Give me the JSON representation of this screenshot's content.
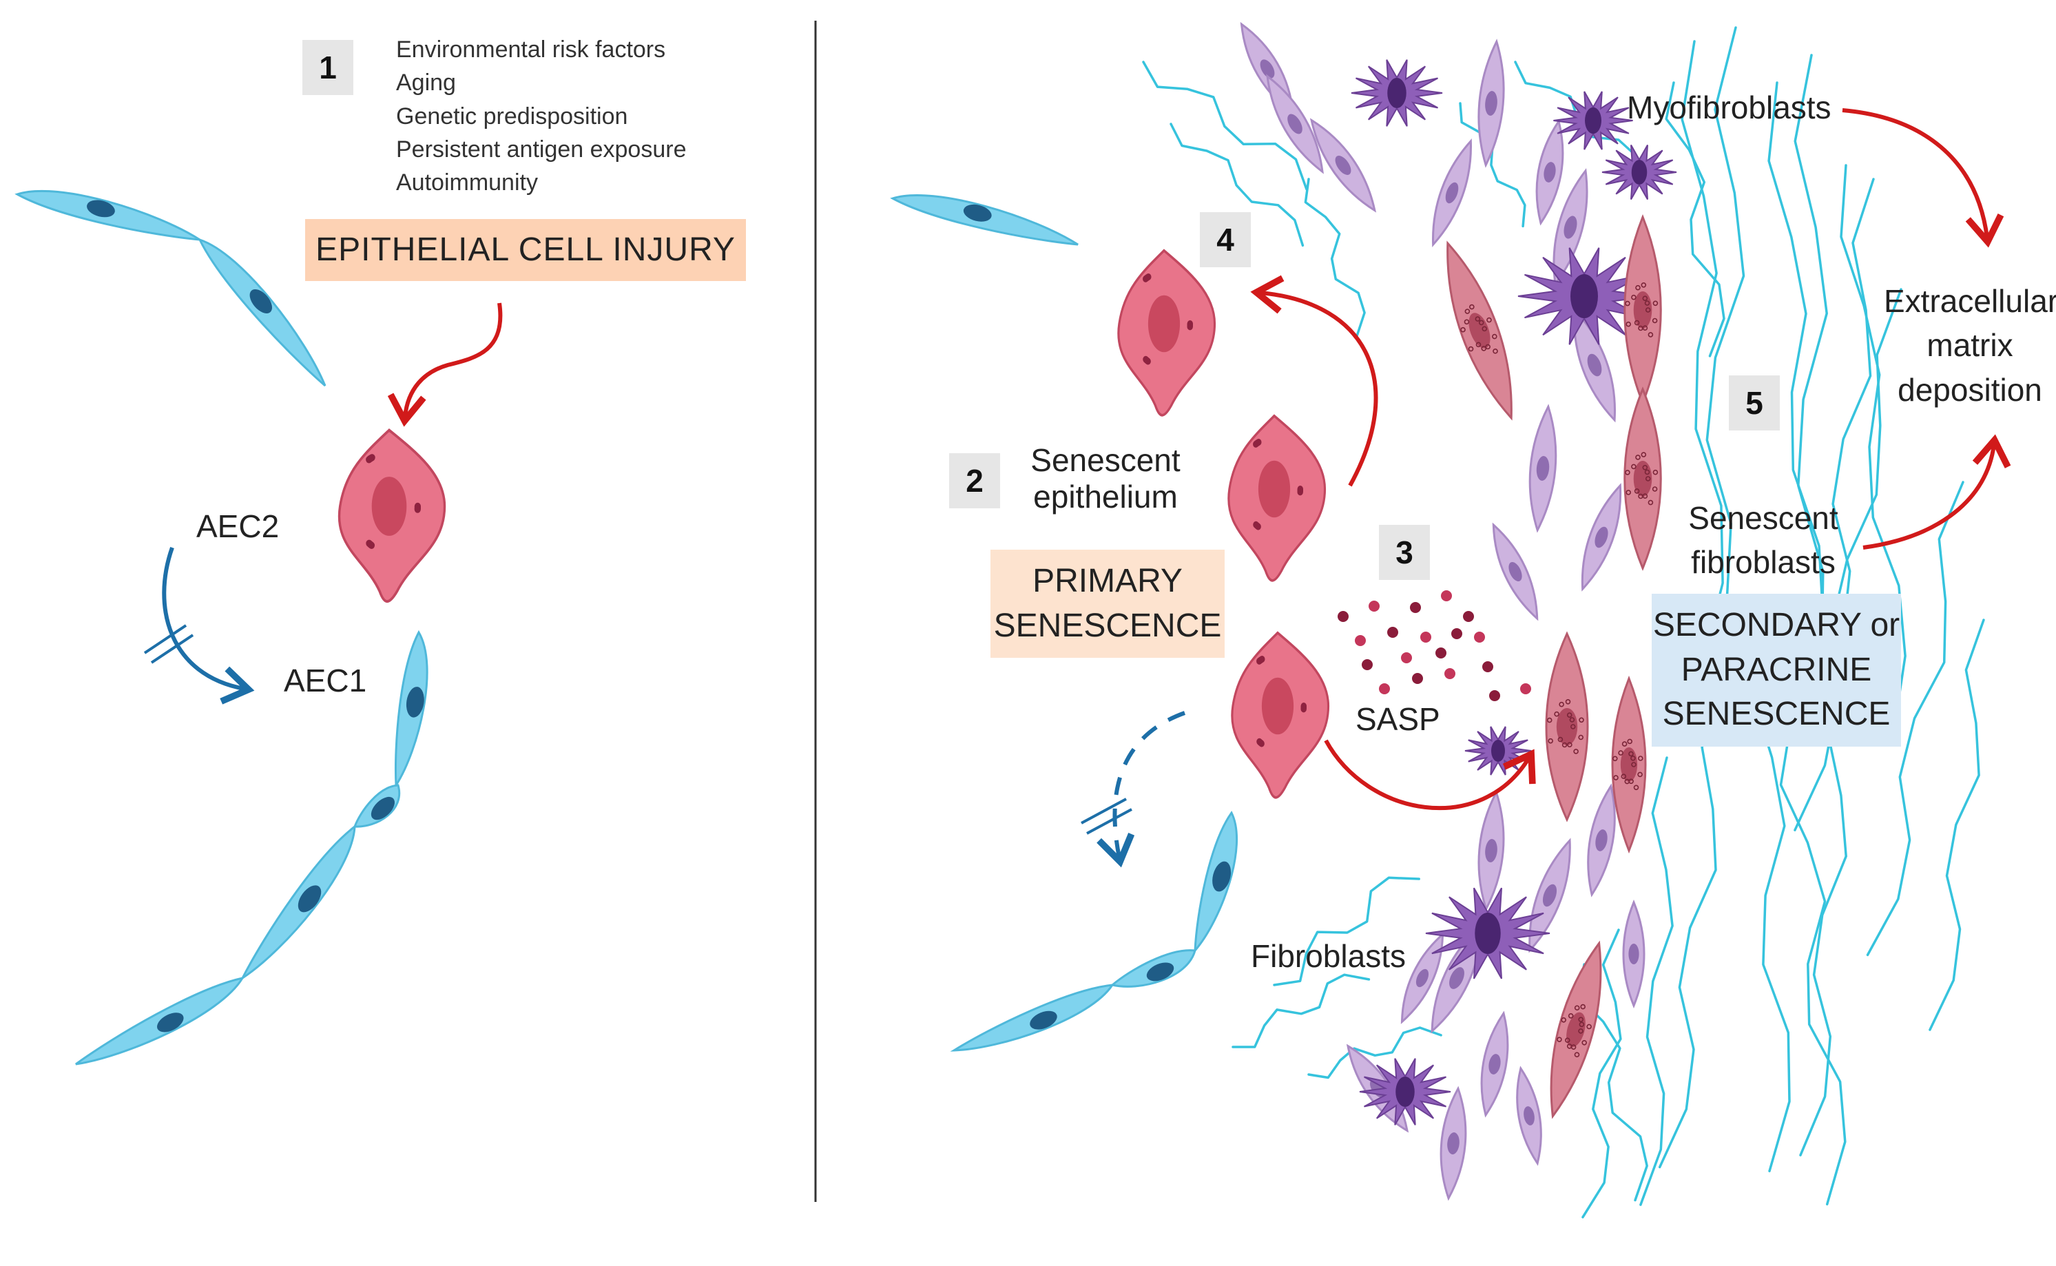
{
  "left_panel": {
    "step1_number": "1",
    "risk_factors": [
      "Environmental risk factors",
      "Aging",
      "Genetic predisposition",
      "Persistent antigen exposure",
      "Autoimmunity"
    ],
    "injury_box": "EPITHELIAL CELL INJURY",
    "aec2_label": "AEC2",
    "aec1_label": "AEC1"
  },
  "right_panel": {
    "step2_number": "2",
    "senescent_epithelium": [
      "Senescent",
      "epithelium"
    ],
    "primary_box": [
      "PRIMARY",
      "SENESCENCE"
    ],
    "step3_number": "3",
    "sasp_label": "SASP",
    "step4_number": "4",
    "myofibroblasts_label": "Myofibroblasts",
    "fibroblasts_label": "Fibroblasts",
    "step5_number": "5",
    "ecm_label": [
      "Extracellular",
      "matrix",
      "deposition"
    ],
    "senescent_fibroblasts": [
      "Senescent",
      "fibroblasts"
    ],
    "secondary_box": [
      "SECONDARY or",
      "PARACRINE",
      "SENESCENCE"
    ]
  },
  "colors": {
    "epithelial_blue": "#7fd3ee",
    "senescent_pink": "#e8748a",
    "fibroblast_lilac": "#cdb3df",
    "myofibroblast_purple": "#8e5fb8",
    "senescent_fibroblast_rose": "#d98595",
    "red_arrow": "#d11a1a",
    "blue_arrow": "#1d6fa8",
    "ecm_fiber": "#36c3dd"
  }
}
